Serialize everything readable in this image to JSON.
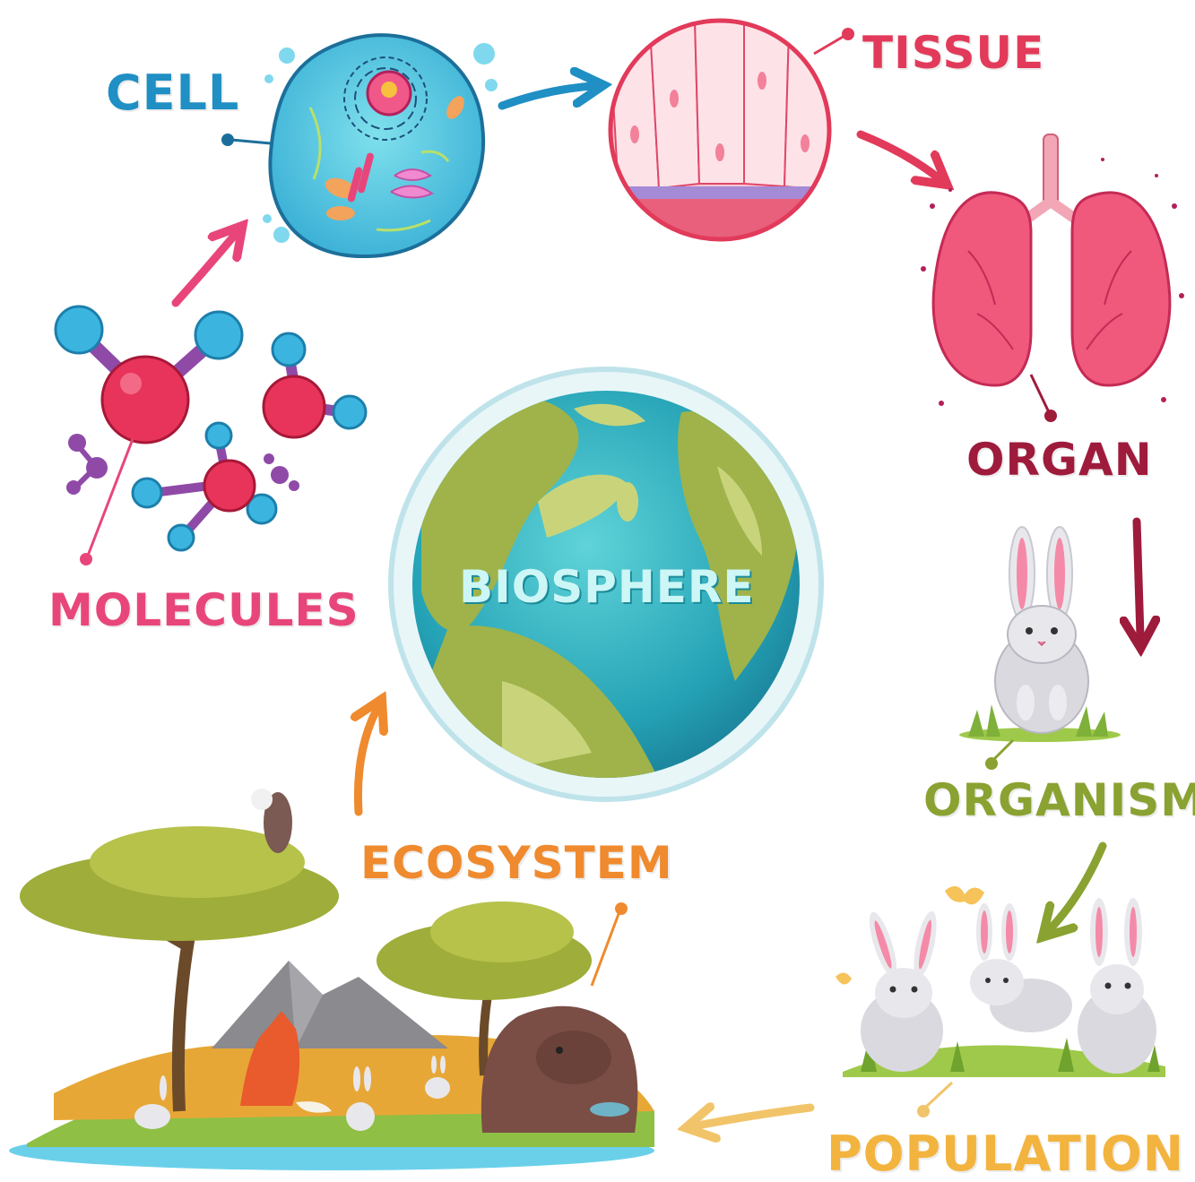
{
  "levels": {
    "cell": "CELL",
    "tissue": "TISSUE",
    "organ": "ORGAN",
    "organism": "ORGANISM",
    "population": "POPULATION",
    "ecosystem": "ECOSYSTEM",
    "molecules": "MOLECULES",
    "center": "BIOSPHERE"
  },
  "colors": {
    "cell": "#1f8fc4",
    "tissue": "#e23a5a",
    "organ": "#9e1b3b",
    "organism": "#8aa231",
    "population": "#f2b43e",
    "ecosystem": "#ef8a2e",
    "molecules": "#e8467a",
    "ocean": "#2aa6b8",
    "land": "#9fb34a"
  },
  "icons": [
    "cell-illustration",
    "tissue-illustration",
    "lungs-icon",
    "rabbit-icon",
    "rabbit-group-icon",
    "ecosystem-scene",
    "molecule-icon",
    "earth-globe"
  ]
}
